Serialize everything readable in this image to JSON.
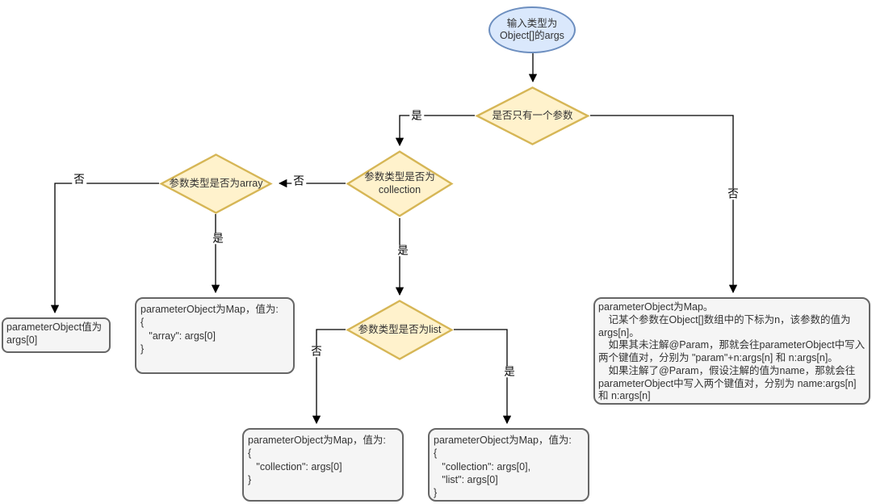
{
  "nodes": {
    "start": {
      "label": "输入类型为\nObject[]的args"
    },
    "one_param": {
      "label": "是否只有一个参数"
    },
    "collection": {
      "label": "参数类型是否为\ncollection"
    },
    "array": {
      "label": "参数类型是否为array"
    },
    "list": {
      "label": "参数类型是否为list"
    },
    "args0": {
      "text": "parameterObject值为\nargs[0]"
    },
    "map_array": {
      "text": "parameterObject为Map，值为:\n{\n   \"array\": args[0]\n}"
    },
    "map_collection": {
      "text": "parameterObject为Map，值为:\n{\n   \"collection\": args[0]\n}"
    },
    "map_collection_list": {
      "text": "parameterObject为Map，值为:\n{\n   \"collection\": args[0],\n   \"list\": args[0]\n}"
    },
    "map_rules": {
      "text": "parameterObject为Map。\n　记某个参数在Object[]数组中的下标为n，该参数的值为args[n]。\n　如果其未注解@Param，那就会往parameterObject中写入两个键值对，分别为 \"param\"+n:args[n] 和 n:args[n]。\n　如果注解了@Param，假设注解的值为name，那就会往parameterObject中写入两个键值对，分别为 name:args[n] 和 n:args[n]"
    }
  },
  "edge_labels": {
    "one_param_yes": "是",
    "one_param_no": "否",
    "collection_no": "否",
    "collection_yes": "是",
    "array_no": "否",
    "array_yes": "是",
    "list_no": "否",
    "list_yes": "是"
  },
  "colors": {
    "start_fill": "#dae8fc",
    "start_stroke": "#6c8ebf",
    "decision_fill": "#fff2cc",
    "decision_stroke": "#d6b656",
    "process_fill": "#f5f5f5",
    "process_stroke": "#666666",
    "connector": "#000000",
    "text": "#333333",
    "background": "#ffffff"
  }
}
